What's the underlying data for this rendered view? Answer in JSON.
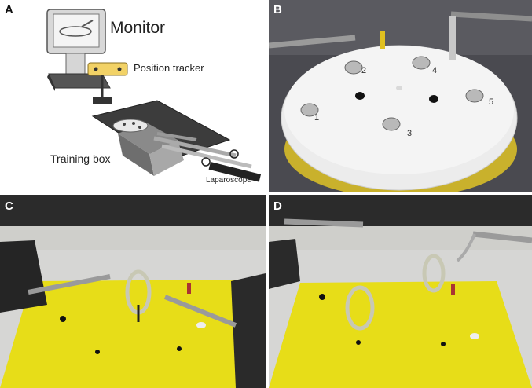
{
  "panels": {
    "a": {
      "label": "A",
      "monitor_text": "Monitor",
      "tracker_text": "Position tracker",
      "box_text": "Training box",
      "scope_text": "Laparoscope"
    },
    "b": {
      "label": "B",
      "peg_numbers": [
        "1",
        "2",
        "3",
        "4",
        "5"
      ]
    },
    "c": {
      "label": "C"
    },
    "d": {
      "label": "D"
    }
  }
}
